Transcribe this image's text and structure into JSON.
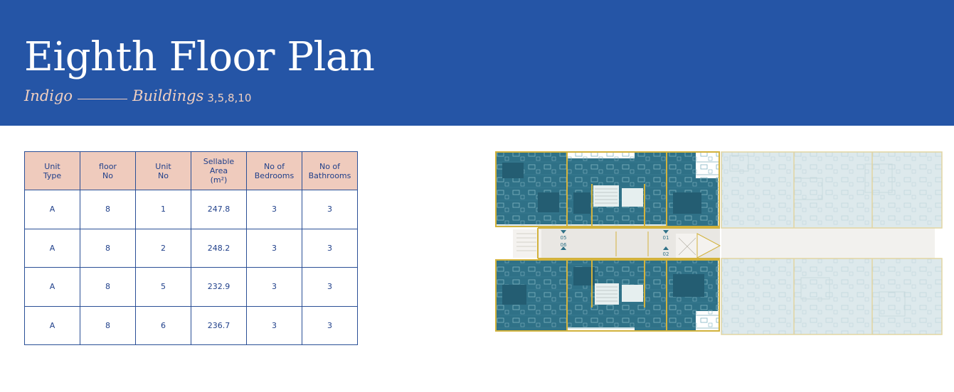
{
  "header": {
    "title": "Eighth Floor Plan",
    "subtitle_left": "Indigo",
    "subtitle_right": "Buildings",
    "building_numbers": "3,5,8,10"
  },
  "table": {
    "headers": [
      "Unit\nType",
      "floor\nNo",
      "Unit\nNo",
      "Sellable\nArea\n(m²)",
      "No of\nBedrooms",
      "No of\nBathrooms"
    ],
    "rows": [
      [
        "A",
        "8",
        "1",
        "247.8",
        "3",
        "3"
      ],
      [
        "A",
        "8",
        "2",
        "248.2",
        "3",
        "3"
      ],
      [
        "A",
        "8",
        "5",
        "232.9",
        "3",
        "3"
      ],
      [
        "A",
        "8",
        "6",
        "236.7",
        "3",
        "3"
      ]
    ]
  },
  "floor_plan": {
    "unit_labels": [
      "05",
      "01",
      "06",
      "02"
    ],
    "colors": {
      "highlight": "#2f7187",
      "highlight_dark": "#245d72",
      "faded": "#dde9ec",
      "wall": "#d2b23c",
      "corridor": "#e9e7e3"
    }
  },
  "colors": {
    "header_bg": "#2555a6",
    "title": "#ffffff",
    "subtitle": "#f0cfc0",
    "table_header_bg": "#efcbbd",
    "table_text": "#1f3f8a",
    "table_border": "#2a4f96"
  }
}
